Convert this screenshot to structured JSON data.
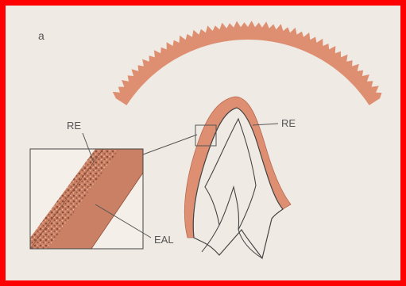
{
  "figure": {
    "panel_letter": "a",
    "labels": {
      "re_inset": "RE",
      "re_tooth": "RE",
      "eal": "EAL"
    }
  },
  "colors": {
    "frame": "#ff0000",
    "background": "#efeae3",
    "enamel": "#de8f72",
    "enamel_dark": "#b86a50",
    "line": "#444444"
  }
}
